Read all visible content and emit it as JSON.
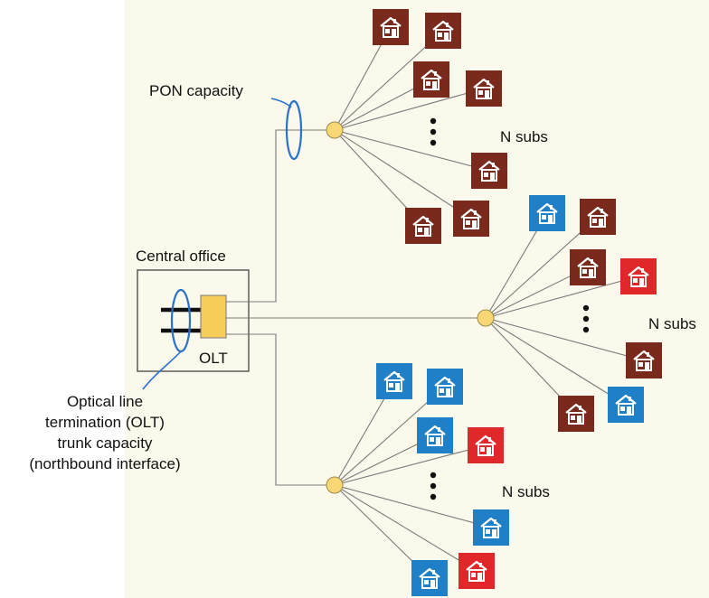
{
  "labels": {
    "pon_capacity": "PON capacity",
    "central_office": "Central office",
    "olt": "OLT",
    "olt_desc_line1": "Optical line",
    "olt_desc_line2": "termination (OLT)",
    "olt_desc_line3": "trunk capacity",
    "olt_desc_line4": "(northbound interface)"
  },
  "groups": [
    {
      "name": "top",
      "label": "N subs",
      "subscribers": [
        "brown",
        "brown",
        "brown",
        "brown",
        "brown",
        "brown",
        "brown"
      ]
    },
    {
      "name": "middle",
      "label": "N subs",
      "subscribers": [
        "blue",
        "brown",
        "brown",
        "red",
        "brown",
        "brown",
        "blue"
      ]
    },
    {
      "name": "bottom",
      "label": "N subs",
      "subscribers": [
        "blue",
        "blue",
        "blue",
        "red",
        "blue",
        "blue",
        "red"
      ]
    }
  ],
  "colors": {
    "brown": "#7a2a1c",
    "blue": "#1f7fc7",
    "red": "#e0282b",
    "olt_box": "#f7cd5a",
    "splitter": "#f8d774",
    "capacity_ring": "#2a72c8"
  },
  "icons": {
    "subscriber": "house-icon",
    "splitter": "splitter-node",
    "terminal": "olt-box"
  }
}
